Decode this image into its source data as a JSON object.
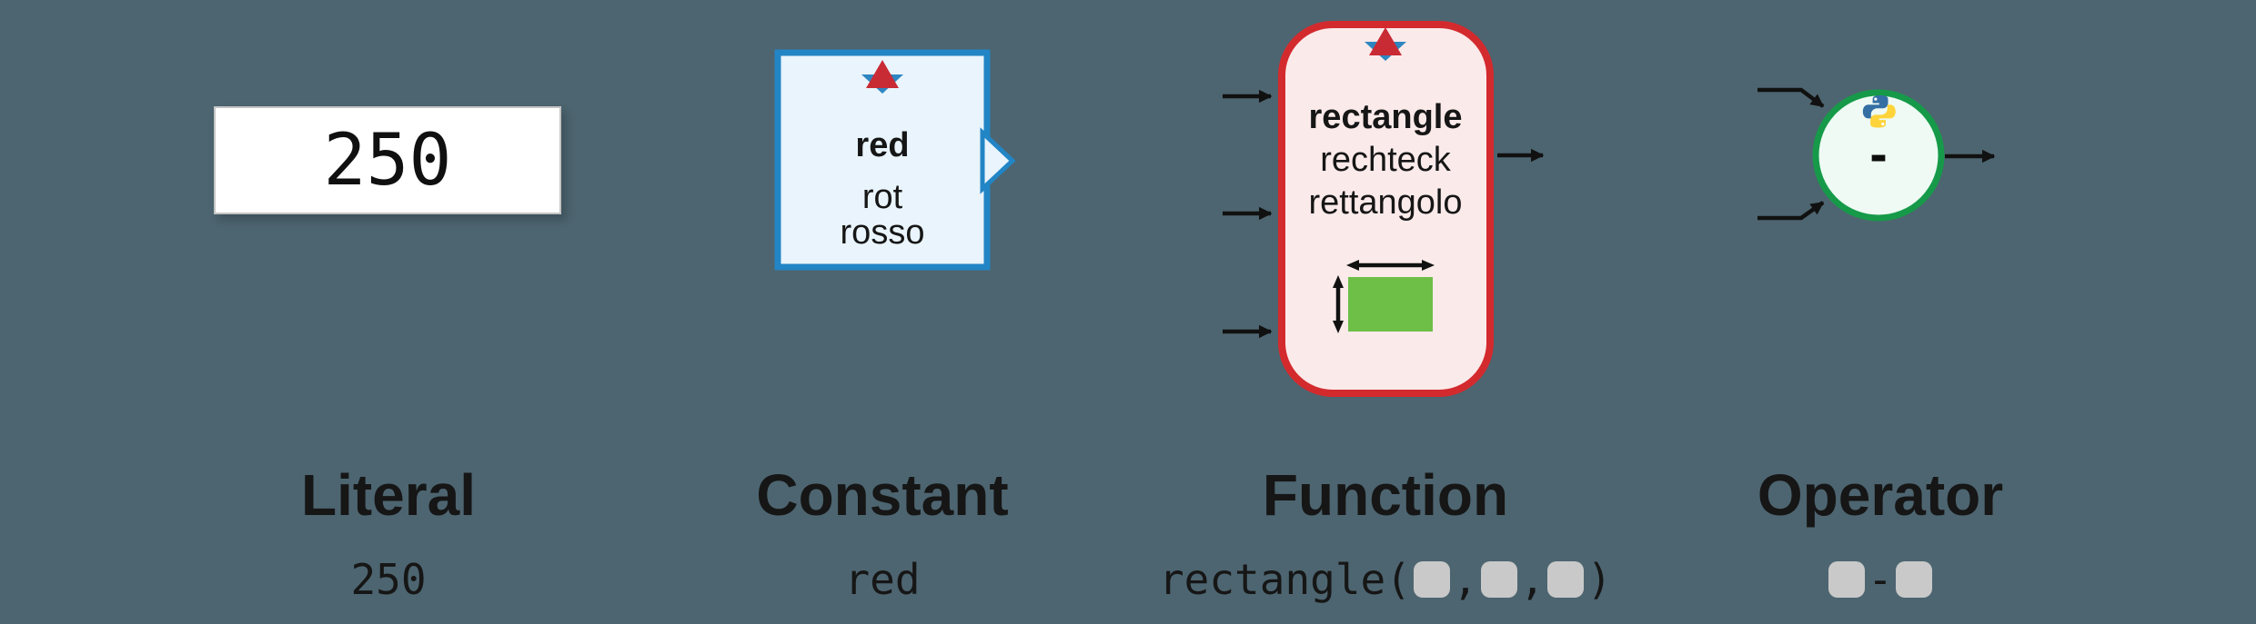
{
  "colors": {
    "background": "#4d6570",
    "text": "#161616",
    "arrow": "#111111",
    "blue": "#2285c5",
    "blue_fill": "#e9f4fc",
    "marker_blue": "#2e86c1",
    "marker_red": "#c92b35",
    "red": "#d32a2e",
    "red_fill": "#fbeaea",
    "green": "#169a49",
    "green_fill": "#eefaf3",
    "green_rect": "#6dbf47",
    "python_blue": "#346fa4",
    "python_yellow": "#ffd43b",
    "placeholder": "#c9c9c9",
    "literal_border": "#c4c4c4"
  },
  "items": {
    "literal": {
      "title": "Literal",
      "value": "250",
      "code": "250"
    },
    "constant": {
      "title": "Constant",
      "name_en": "red",
      "name_de": "rot",
      "name_it": "rosso",
      "code": "red"
    },
    "function": {
      "title": "Function",
      "name_en": "rectangle",
      "name_de": "rechteck",
      "name_it": "rettangolo",
      "code_prefix": "rectangle(",
      "comma": ",",
      "code_suffix": ")"
    },
    "operator": {
      "title": "Operator",
      "symbol": "-",
      "code_symbol": "-"
    }
  },
  "icons": {
    "marker": "boat-icon",
    "python": "python-icon",
    "input": "arrow-right-icon",
    "output": "arrow-right-icon",
    "width": "double-arrow-horizontal-icon",
    "height": "double-arrow-vertical-icon",
    "argument": "value-placeholder"
  }
}
